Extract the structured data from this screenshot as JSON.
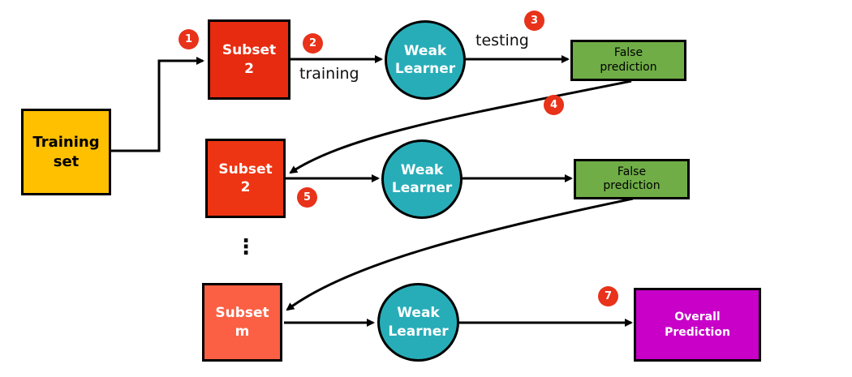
{
  "nodes": {
    "training_set": {
      "label": "Training\nset",
      "color": "#ffc000"
    },
    "subset_top": {
      "label": "Subset\n2",
      "color": "#e62b10"
    },
    "subset_mid": {
      "label": "Subset\n2",
      "color": "#ee3513"
    },
    "subset_m": {
      "label": "Subset\nm",
      "color": "#fb6044"
    },
    "learner_1": {
      "label": "Weak\nLearner",
      "color": "#27adb8"
    },
    "learner_2": {
      "label": "Weak\nLearner",
      "color": "#27adb8"
    },
    "learner_3": {
      "label": "Weak\nLearner",
      "color": "#27adb8"
    },
    "false_pred_1": {
      "label": "False\nprediction",
      "color": "#70ad47"
    },
    "false_pred_2": {
      "label": "False\nprediction",
      "color": "#70ad47"
    },
    "overall": {
      "label": "Overall\nPrediction",
      "color": "#c800c8"
    }
  },
  "edge_labels": {
    "training": "training",
    "testing": "testing"
  },
  "steps": [
    "1",
    "2",
    "3",
    "4",
    "5",
    "7"
  ],
  "ellipsis": "⋮"
}
